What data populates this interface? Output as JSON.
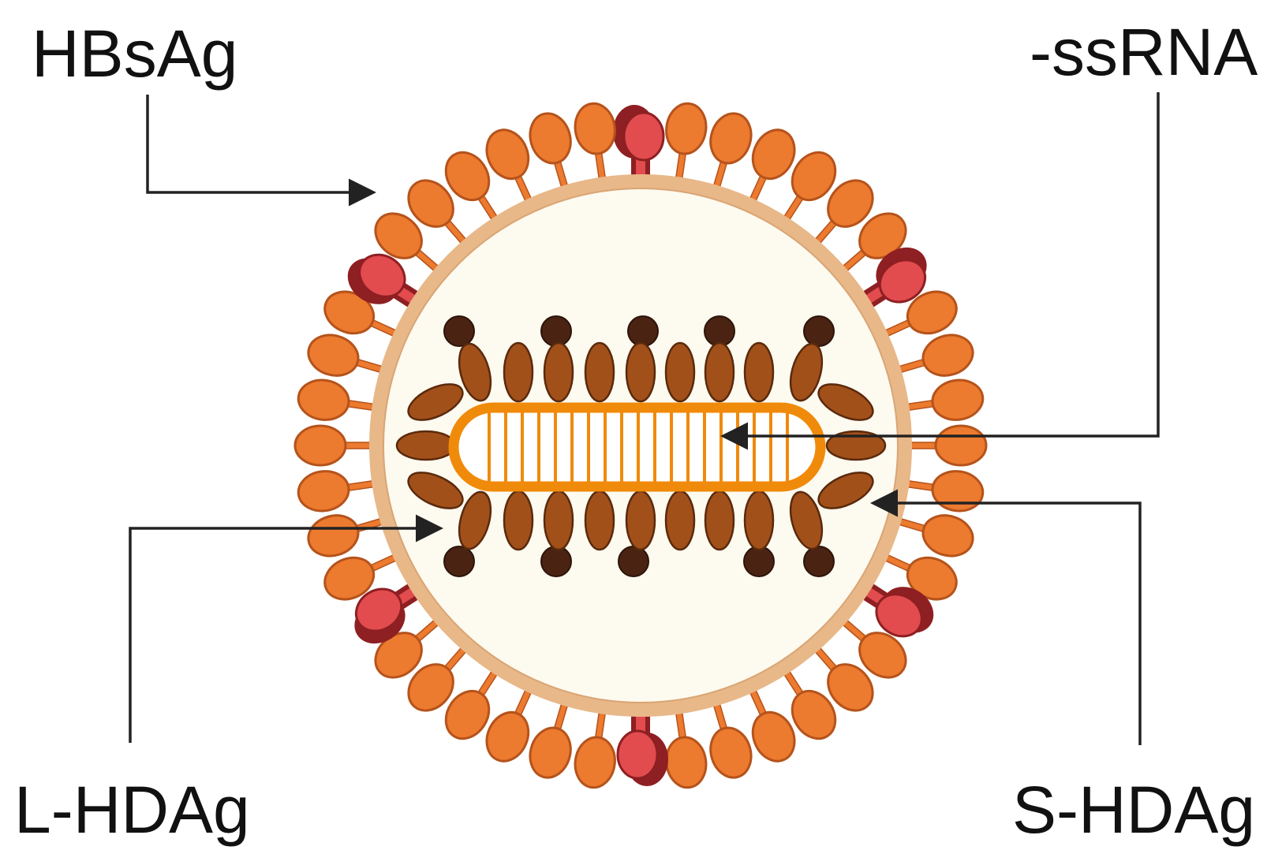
{
  "labels": {
    "hbsag": "HBsAg",
    "ssrna": "-ssRNA",
    "lhdag": "L-HDAg",
    "shdag": "S-HDAg"
  },
  "colors": {
    "envelope": "#e8b889",
    "envelope_fill": "#fdfaf0",
    "hbsag_spike": "#ec7a2f",
    "hbsag_spike_outline": "#b5531b",
    "large_spike": "#e24c4f",
    "large_spike_shadow": "#8e1f22",
    "hdag_body": "#a2501a",
    "hdag_outline": "#5a2a0c",
    "hdag_head": "#4a2313",
    "rna": "#f08a0a",
    "arrow": "#222222"
  },
  "icons": {
    "spike": "lollipop-spike-icon",
    "hdag": "ellipse-protein-icon"
  }
}
